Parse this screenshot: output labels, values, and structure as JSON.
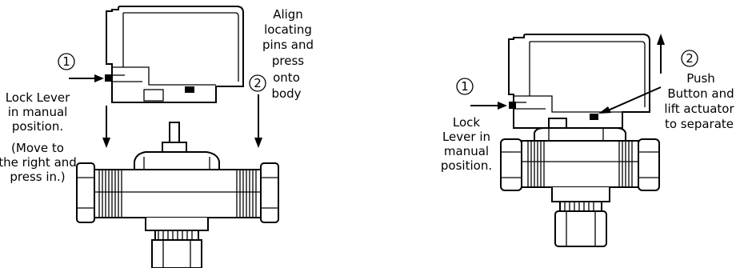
{
  "left": {
    "step1_number": "1",
    "step1_lines": [
      "Lock Lever",
      "in manual",
      "position.",
      "(Move to",
      "the right and",
      "press in.)"
    ],
    "step2_number": "2",
    "step2_top_lines": [
      "Align",
      "locating",
      "pins and",
      "press"
    ],
    "step2_side_lines": [
      "onto",
      "body"
    ]
  },
  "right": {
    "step1_number": "1",
    "step1_lines": [
      "Lock",
      "Lever in",
      "manual",
      "position."
    ],
    "step2_number": "2",
    "step2_lines": [
      "Push",
      "Button and",
      "lift actuator",
      "to separate"
    ]
  }
}
